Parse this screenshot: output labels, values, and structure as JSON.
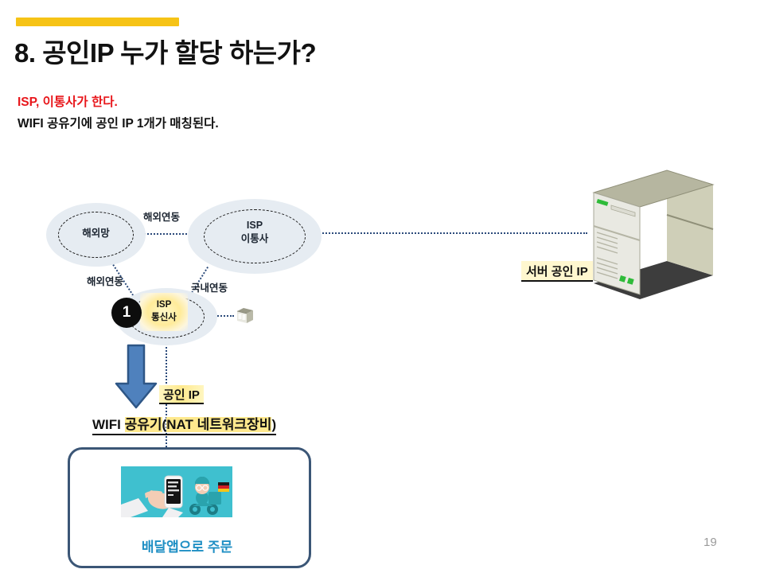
{
  "slide": {
    "page_number": "19",
    "accent_color": "#F6C316",
    "title": "8. 공인IP 누가 할당 하는가?",
    "subtitle_red": "ISP, 이통사가 한다.",
    "subtitle_red_color": "#E8161B",
    "subtitle_black": "WIFI 공유기에 공인 IP 1개가 매칭된다."
  },
  "diagram": {
    "clouds": [
      {
        "id": "overseas",
        "label": "해외망"
      },
      {
        "id": "isp-mobile",
        "label_line1": "ISP",
        "label_line2": "이통사"
      },
      {
        "id": "isp-carrier",
        "label_line1": "ISP",
        "label_line2": "통신사"
      }
    ],
    "edge_labels": {
      "overseas_to_isp": "해외연동",
      "overseas_to_carrier": "해외연동",
      "domestic": "국내연동"
    },
    "step_badge": "1",
    "server_label": "서버 공인 IP",
    "public_ip_label": "공인 IP",
    "wifi_router": {
      "prefix": "WIFI ",
      "highlight1": "공유기",
      "mid": "(",
      "highlight2": "NAT ",
      "highlight3": "네트워크장비",
      "suffix": ")"
    },
    "order_box_text": "배달앱으로 주문",
    "order_box_border": "#3b5676",
    "order_text_color": "#1f8fc4",
    "connector_color": "#2b4a7a"
  }
}
